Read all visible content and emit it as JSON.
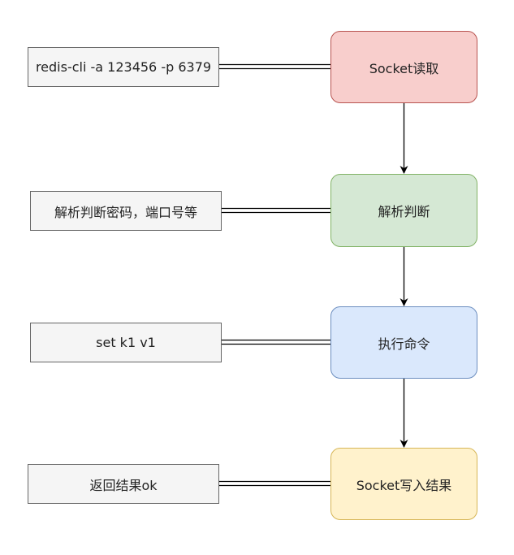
{
  "notes": [
    {
      "label": "redis-cli -a 123456 -p 6379"
    },
    {
      "label": "解析判断密码，端口号等"
    },
    {
      "label": "set k1 v1"
    },
    {
      "label": "返回结果ok"
    }
  ],
  "steps": [
    {
      "label": "Socket读取",
      "fill": "#f8cecc",
      "stroke": "#b85450"
    },
    {
      "label": "解析判断",
      "fill": "#d5e8d4",
      "stroke": "#82b366"
    },
    {
      "label": "执行命令",
      "fill": "#dae8fc",
      "stroke": "#6c8ebf"
    },
    {
      "label": "Socket写入结果",
      "fill": "#fff2cc",
      "stroke": "#d6b656"
    }
  ],
  "line_color": "#000000"
}
